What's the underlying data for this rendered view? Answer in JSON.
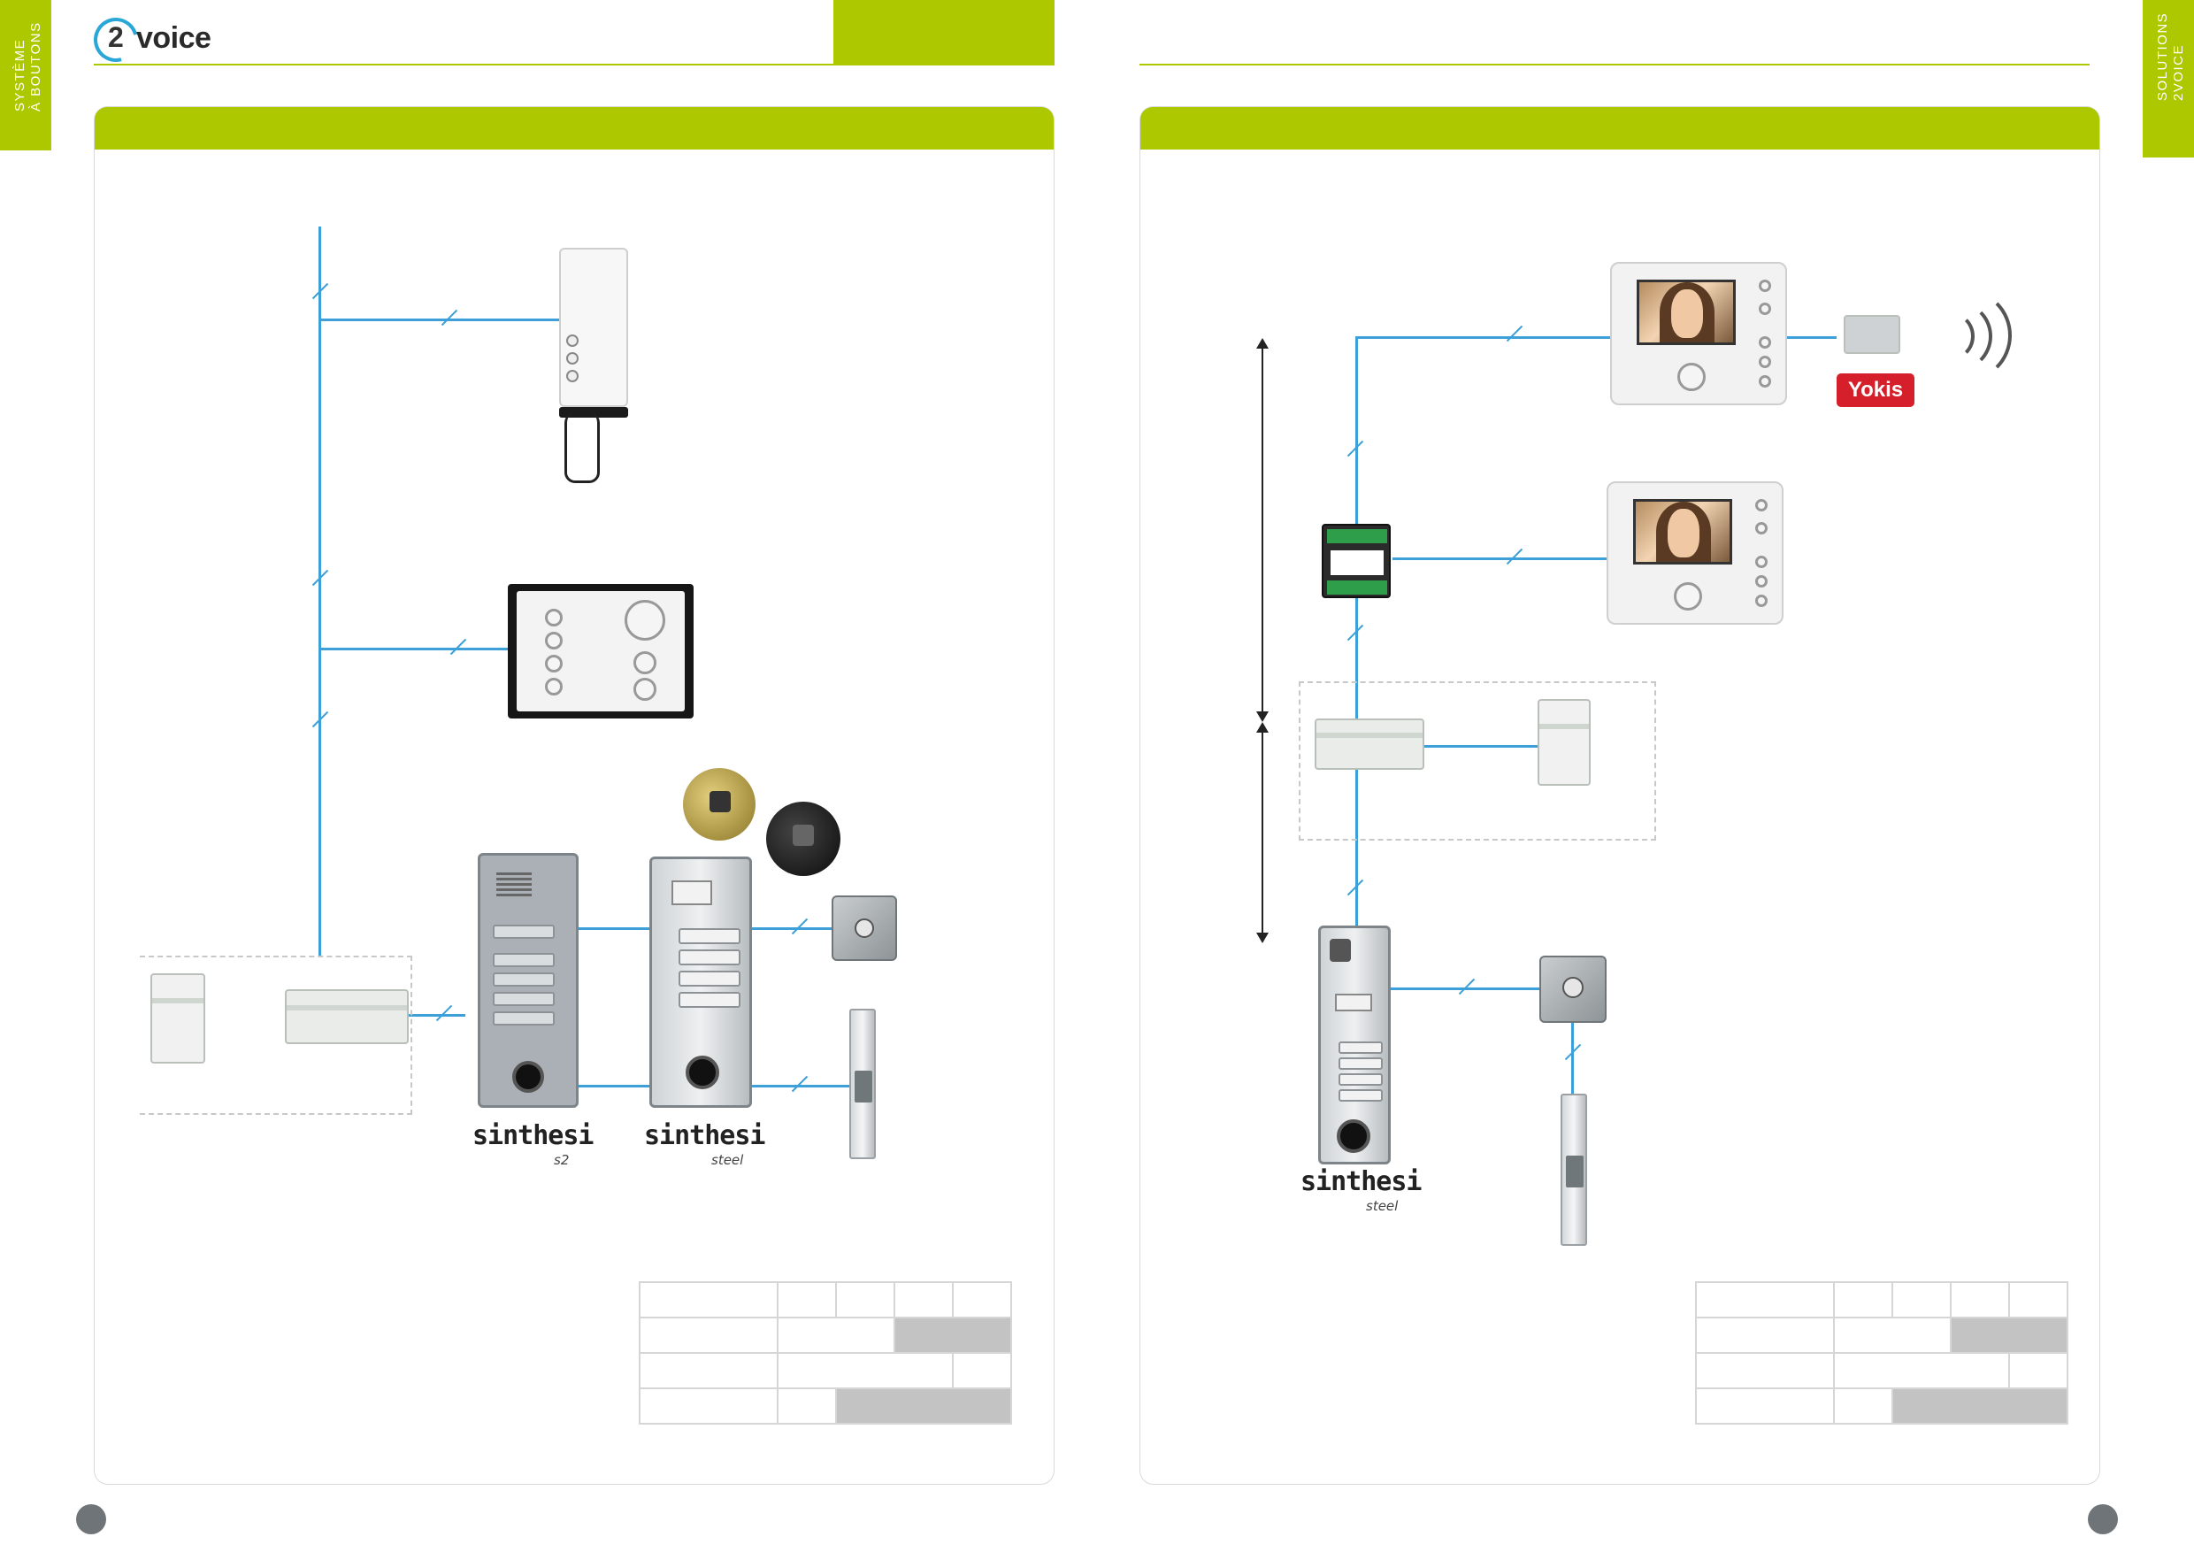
{
  "left_tab": {
    "line1": "SYSTÈME",
    "line2": "À BOUTONS"
  },
  "right_tab": {
    "line1": "SOLUTIONS",
    "line2": "2VOICE"
  },
  "logo": {
    "number": "2",
    "word": "voice"
  },
  "products": {
    "left_panel_1": {
      "brand": "sinthesi",
      "variant": "s2"
    },
    "left_panel_2": {
      "brand": "sinthesi",
      "variant": "steel"
    },
    "right_panel": {
      "brand": "sinthesi",
      "variant": "steel"
    },
    "yokis": "Yokis"
  },
  "colors": {
    "accent": "#aec800",
    "wire": "#3da0d8",
    "brand_red": "#d51f2b"
  }
}
